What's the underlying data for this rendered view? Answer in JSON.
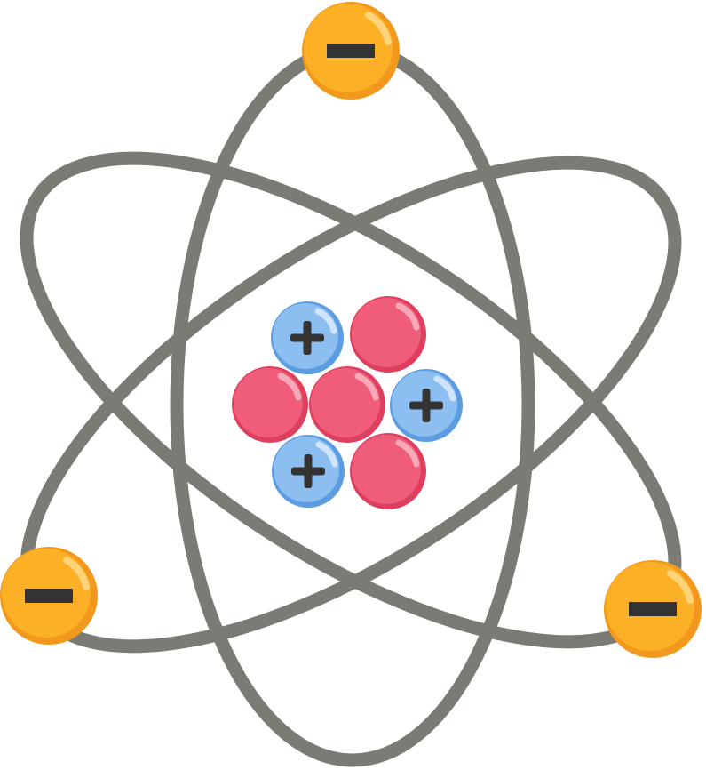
{
  "illustration": {
    "subject": "atom",
    "electron_count": 3,
    "proton_count": 3,
    "neutron_count": 4,
    "orbit_count": 3
  },
  "colors": {
    "orbit": "#7b7b76",
    "electron": "#fbb026",
    "electron_shade": "#f2981c",
    "proton": "#8cbef0",
    "proton_shade": "#5c9de2",
    "neutron": "#ef5d7a",
    "neutron_shade": "#df3f5f",
    "sign": "#333333",
    "highlight": "#ffffff"
  }
}
